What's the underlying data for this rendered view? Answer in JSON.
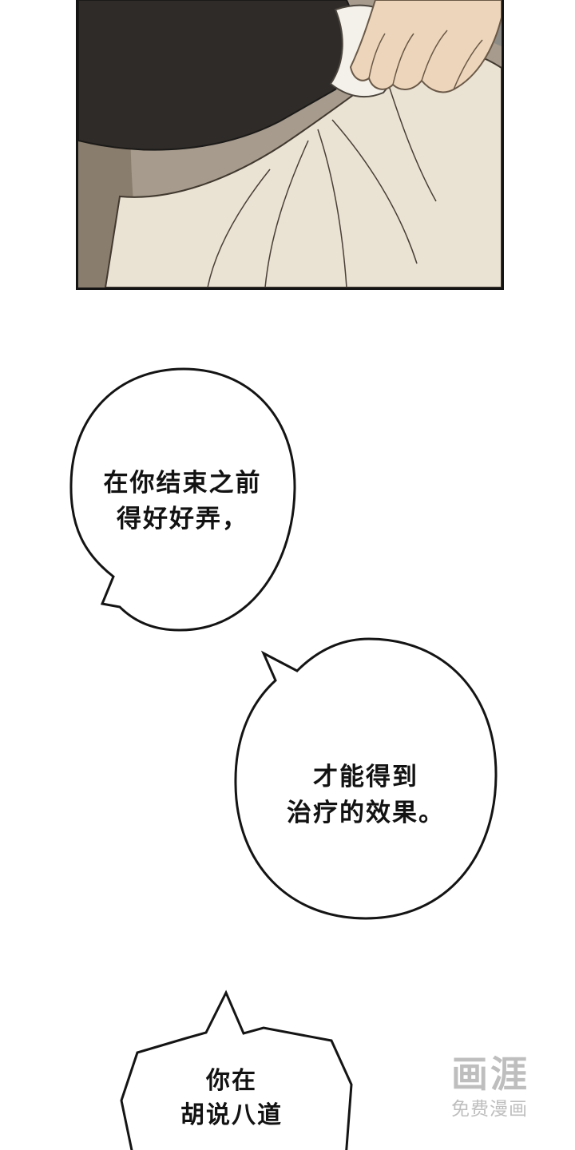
{
  "bubbles": [
    {
      "lines": [
        "在你结束之前",
        "得好好弄，"
      ]
    },
    {
      "lines": [
        "才能得到",
        "治疗的效果。"
      ]
    },
    {
      "lines": [
        "你在",
        "胡说八道"
      ]
    }
  ],
  "watermark": {
    "logo": "画涯",
    "subtitle": "免费漫画"
  },
  "colors": {
    "bubble_outline": "#141414",
    "page_background": "#ffffff",
    "watermark_gray": "#b3b3b3",
    "panel_background": "#a69b8d",
    "sleeve_black": "#2e2b29",
    "garment_cream": "#eae2d3",
    "skin_tone": "#ecd5ba"
  }
}
